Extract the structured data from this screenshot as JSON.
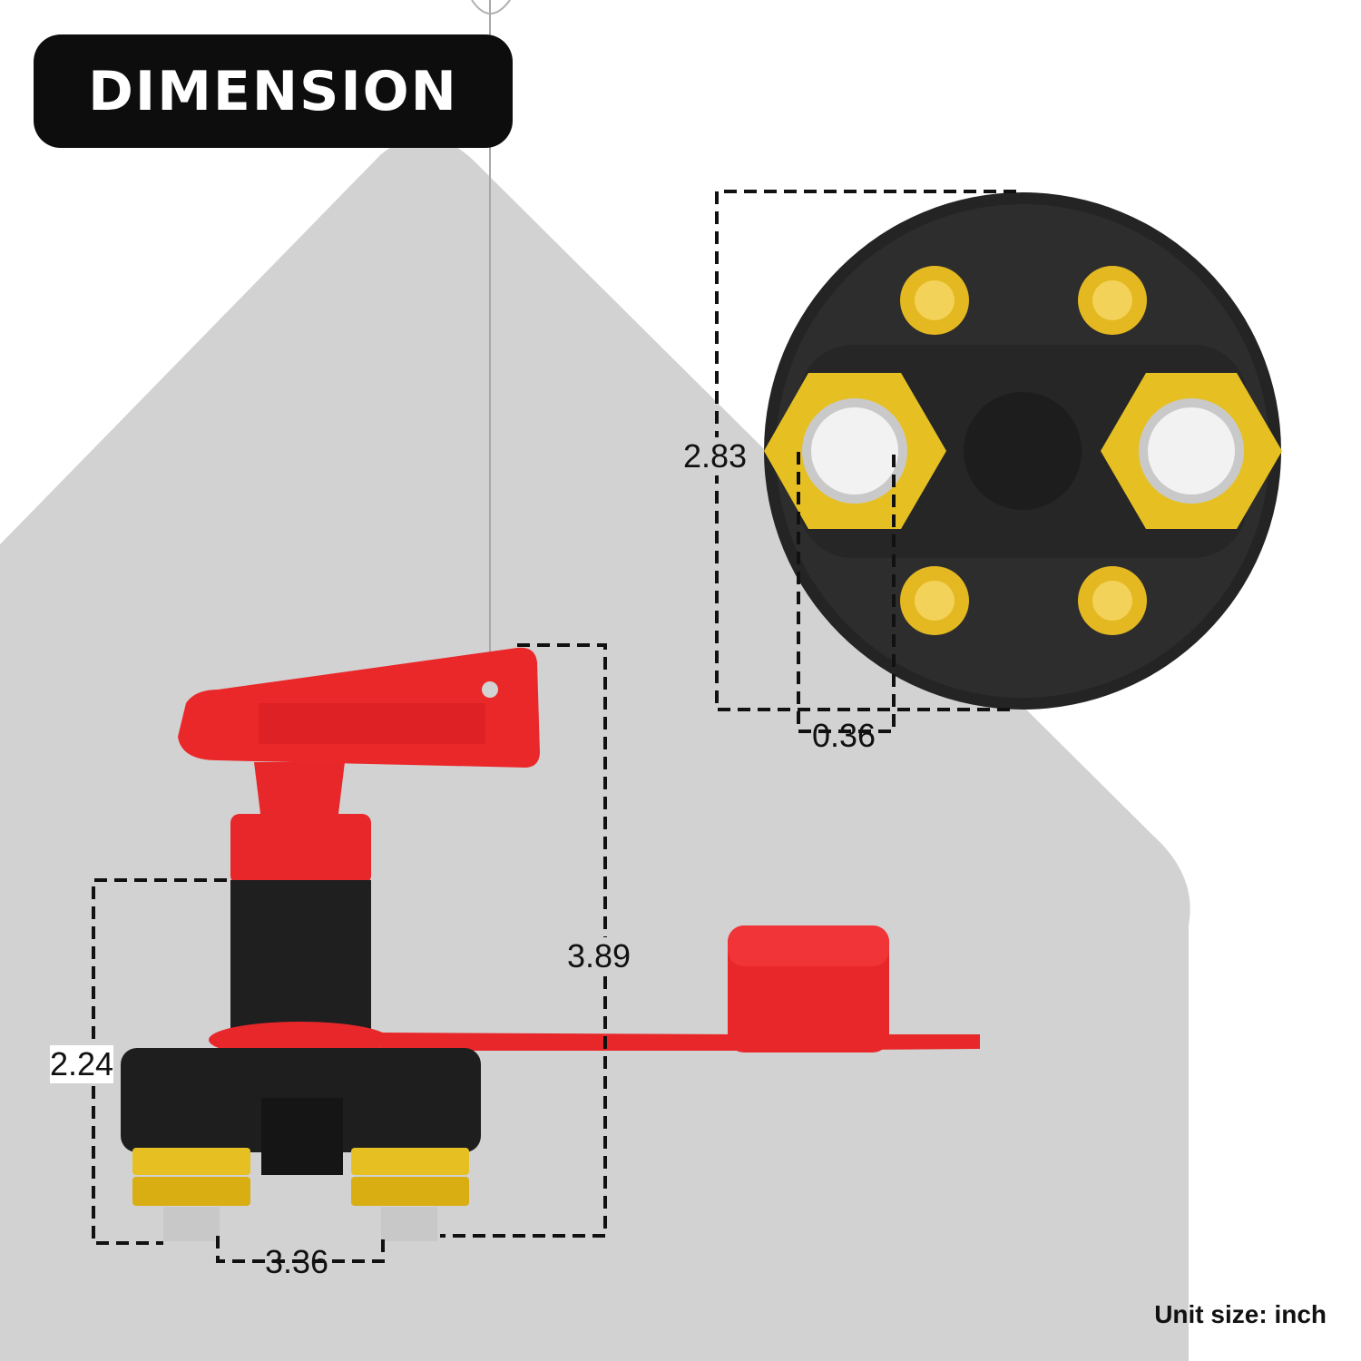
{
  "badge": {
    "title": "DIMENSION"
  },
  "dimensions": {
    "top_view_height": "2.83",
    "terminal_offset": "0.36",
    "key_total_height": "3.89",
    "body_height": "2.24",
    "terminal_spacing": "3.36"
  },
  "unit_note": "Unit size: inch",
  "colors": {
    "background_panel": "#d2d2d2",
    "switch_body": "#1e1e1e",
    "key_red": "#e8272a",
    "brass": "#e6c023",
    "steel": "#dcdcdc"
  }
}
